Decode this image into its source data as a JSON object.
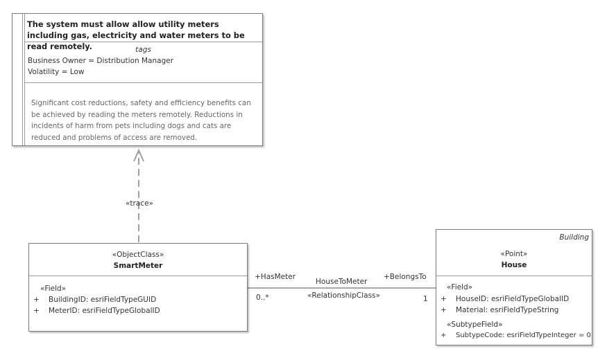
{
  "requirement": {
    "title": "The system must allow allow utility meters including gas, electricity and water meters to be read remotely.",
    "tags_label": "tags",
    "tags": [
      "Business Owner = Distribution Manager",
      "Volatility = Low"
    ],
    "notes": "Significant cost reductions, safety and efficiency benefits  can be achieved by reading the meters remotely. Reductions in incidents of harm from pets including dogs and cats are reduced and problems of access are removed."
  },
  "trace": {
    "label": "«trace»"
  },
  "smartmeter": {
    "stereotype": "«ObjectClass»",
    "name": "SmartMeter",
    "section": "«Field»",
    "attributes": [
      {
        "vis": "+",
        "text": "BuildingID: esriFieldTypeGUID"
      },
      {
        "vis": "+",
        "text": "MeterID: esriFieldTypeGlobalID"
      }
    ]
  },
  "house": {
    "package": "Building",
    "stereotype": "«Point»",
    "name": "House",
    "section1": "«Field»",
    "attributes1": [
      {
        "vis": "+",
        "text": "HouseID: esriFieldTypeGlobalID"
      },
      {
        "vis": "+",
        "text": "Material: esriFieldTypeString"
      }
    ],
    "section2": "«SubtypeField»",
    "attributes2": [
      {
        "vis": "+",
        "text": "SubtypeCode: esriFieldTypeInteger = 0"
      }
    ]
  },
  "association": {
    "name": "HouseToMeter",
    "stereotype": "«RelationshipClass»",
    "source_role": "+HasMeter",
    "source_mult": "0..*",
    "target_role": "+BelongsTo",
    "target_mult": "1"
  }
}
